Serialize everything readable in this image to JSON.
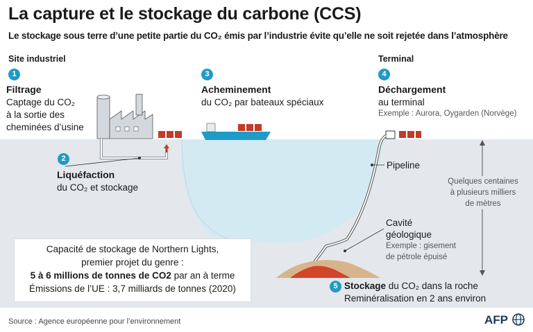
{
  "title": "La capture et le stockage du carbone (CCS)",
  "subtitle": "Le stockage sous terre d’une petite partie du CO₂ émis par l’industrie évite qu’elle ne soit rejetée dans l’atmosphère",
  "sections": {
    "industrial_site": "Site industriel",
    "terminal": "Terminal"
  },
  "steps": [
    {
      "number": "1",
      "title": "Filtrage",
      "lines": [
        "Captage du CO₂",
        "à la sortie des",
        "cheminées d’usine"
      ]
    },
    {
      "number": "2",
      "title": "Liquéfaction",
      "lines": [
        "du CO₂ et stockage"
      ]
    },
    {
      "number": "3",
      "title": "Acheminement",
      "lines": [
        "du CO₂ par bateaux spéciaux"
      ]
    },
    {
      "number": "4",
      "title": "Déchargement",
      "lines": [
        "au terminal"
      ],
      "example": "Exemple : Aurora, Oygarden (Norvège)"
    },
    {
      "number": "5",
      "title": "Stockage",
      "line1_rest": " du CO₂ dans la roche",
      "line2": "Reminéralisation en 2 ans environ"
    }
  ],
  "labels": {
    "pipeline": "Pipeline",
    "cavity_title_1": "Cavité",
    "cavity_title_2": "géologique",
    "cavity_example_1": "Exemple : gisement",
    "cavity_example_2": "de pétrole épuisé",
    "depth_1": "Quelques centaines",
    "depth_2": "à plusieurs milliers",
    "depth_3": "de mètres"
  },
  "infobox": {
    "line1": "Capacité de stockage de Northern Lights,",
    "line2": "premier projet du genre :",
    "line3_bold": "5 à 6 millions de tonnes de CO2",
    "line3_rest": " par an à terme",
    "line4": "Émissions de l’UE : 3,7 milliards de tonnes (2020)"
  },
  "source": "Source : Agence européenne pour l’environnement",
  "logo": "AFP",
  "colors": {
    "accent_blue": "#1f9bc9",
    "ground": "#e4e8ec",
    "water": "#d4eaf3",
    "container_red": "#c23b26",
    "rock": "#d8b48c",
    "co2_red": "#d2452a"
  }
}
